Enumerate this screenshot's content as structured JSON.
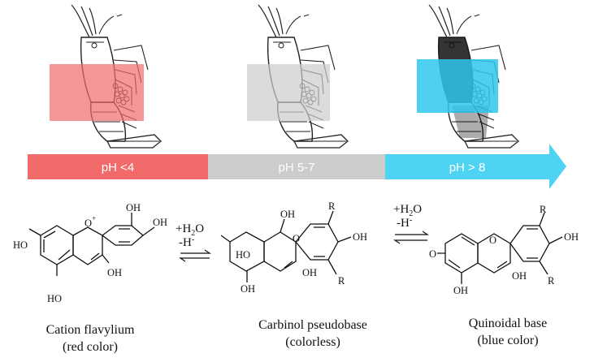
{
  "ph_scale": {
    "segments": [
      {
        "label": "pH <4",
        "color": "#f26b6b"
      },
      {
        "label": "pH 5-7",
        "color": "#cccccc"
      },
      {
        "label": "pH > 8",
        "color": "#4fd3f2"
      }
    ]
  },
  "overlays": [
    {
      "color": "#f26b6b"
    },
    {
      "color": "#cccccc"
    },
    {
      "color": "#2ec7ef"
    }
  ],
  "reactions": [
    {
      "plus": "+H",
      "sub": "2",
      "rest": "O",
      "minus": "-H",
      "sup": "-"
    },
    {
      "plus": "+H",
      "sub": "2",
      "rest": "O",
      "minus": "-H",
      "sup": "-"
    }
  ],
  "atoms": {
    "oh": "OH",
    "ho": "HO",
    "o_plus": "O",
    "plus": "+",
    "o": "O",
    "r": "R"
  },
  "species": [
    {
      "name": "Cation flavylium",
      "note": "(red color)"
    },
    {
      "name": "Carbinol pseudobase",
      "note": "(colorless)"
    },
    {
      "name": "Quinoidal base",
      "note": "(blue color)"
    }
  ]
}
